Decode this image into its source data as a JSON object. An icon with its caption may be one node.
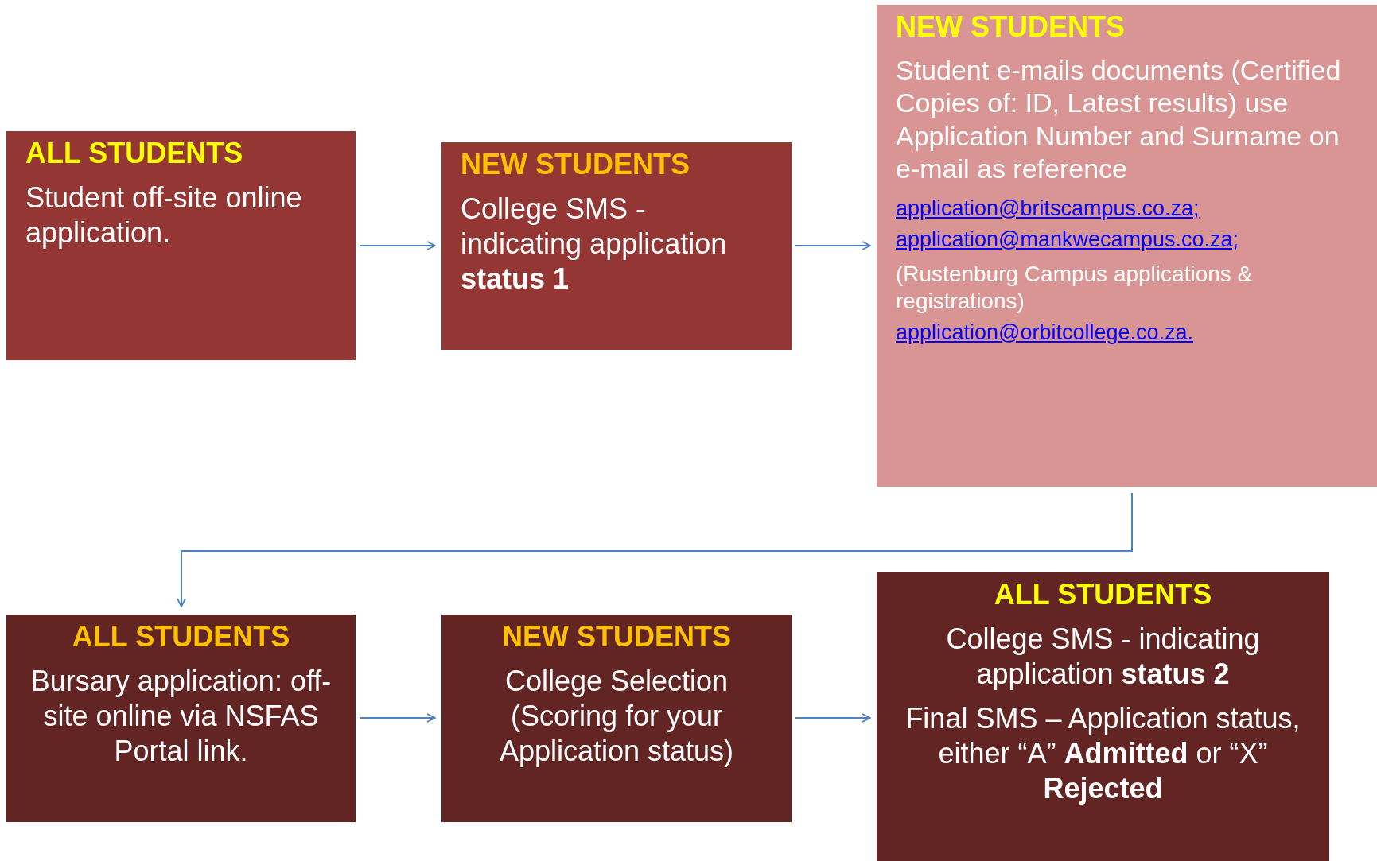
{
  "diagram": {
    "nodes": [
      {
        "text": [
          "ALL STUDENTS",
          "Student off-site online application."
        ]
      },
      {
        "text": [
          "NEW STUDENTS",
          "College SMS - indicating application **status 1**"
        ]
      },
      {
        "text": [
          "NEW STUDENTS",
          "Student e-mails documents (Certified Copies of: ID, Latest results) use Application Number and Surname on e-mail  as reference",
          "application@britscampus.co.za;",
          "application@mankwecampus.co.za;",
          "(Rustenburg Campus applications & registrations)",
          "application@orbitcollege.co.za."
        ]
      },
      {
        "text": [
          "ALL STUDENTS",
          "Bursary application: off-site online via NSFAS Portal link."
        ]
      },
      {
        "text": [
          "NEW STUDENTS",
          "College Selection (Scoring for your Application status)"
        ]
      },
      {
        "text": [
          "ALL STUDENTS",
          "College SMS - indicating application **status 2**",
          "Final SMS – Application status, either “A” **Admitted** or  “X” **Rejected**"
        ]
      }
    ],
    "edges": [
      {
        "from": 0,
        "to": 1,
        "arrow": "to"
      },
      {
        "from": 1,
        "to": 2,
        "arrow": "to"
      },
      {
        "from": 2,
        "to": 3,
        "arrow": "to"
      },
      {
        "from": 3,
        "to": 4,
        "arrow": "to"
      },
      {
        "from": 4,
        "to": 5,
        "arrow": "to"
      }
    ]
  }
}
